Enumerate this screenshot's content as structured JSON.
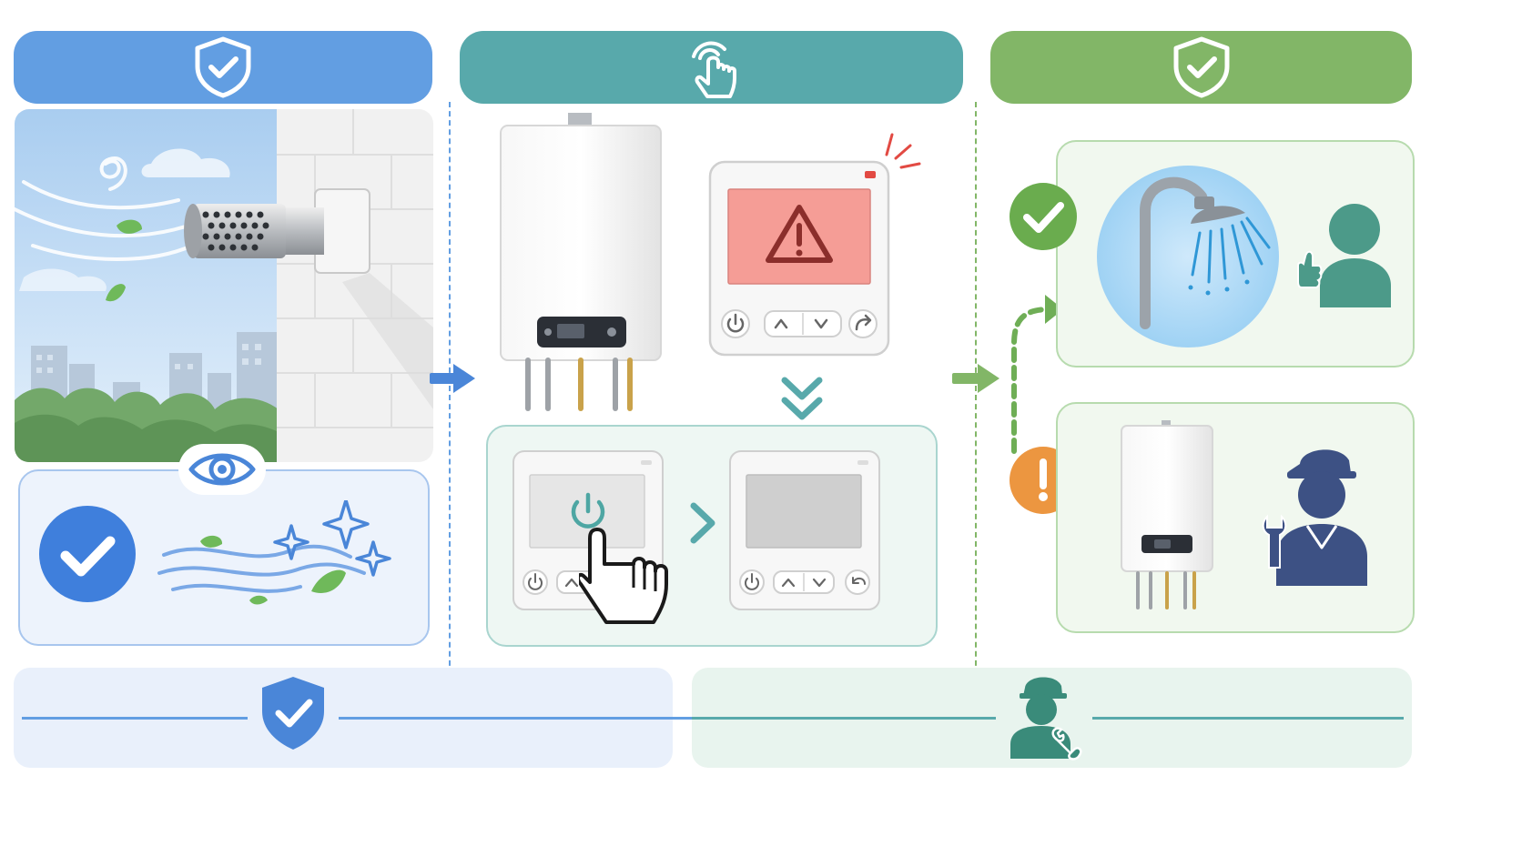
{
  "colors": {
    "blue": "#629ee2",
    "teal": "#58a9ab",
    "green": "#82b667",
    "orange": "#ec9640",
    "navy": "#3d5184",
    "alert_red": "#f59d96"
  },
  "columns": [
    {
      "id": "check-venting",
      "header_icon": "shield-check-icon",
      "color": "#629ee2"
    },
    {
      "id": "reset-boiler",
      "header_icon": "tap-hand-icon",
      "color": "#58a9ab"
    },
    {
      "id": "outcome",
      "header_icon": "shield-check-icon",
      "color": "#82b667"
    }
  ],
  "steps": {
    "vent": {
      "icons": [
        "wind-icon",
        "leaf-icon",
        "flue-vent-icon",
        "city-skyline-icon"
      ]
    },
    "inspect": {
      "icons": [
        "eye-icon",
        "check-circle-icon",
        "fresh-air-icon",
        "sparkle-icon"
      ]
    },
    "error": {
      "icons": [
        "boiler-icon",
        "thermostat-icon",
        "warning-icon",
        "alert-led-icon"
      ]
    },
    "reset": {
      "icons": [
        "power-icon",
        "pointer-hand-icon",
        "thermostat-icon"
      ]
    }
  },
  "outcomes": [
    {
      "id": "resolved",
      "status_icon": "check-circle-icon",
      "icons": [
        "shower-icon",
        "thumbs-up-user-icon"
      ]
    },
    {
      "id": "call-technician",
      "status_icon": "exclamation-circle-icon",
      "icons": [
        "boiler-icon",
        "technician-icon",
        "wrench-icon"
      ]
    }
  ],
  "footer": [
    {
      "id": "safety",
      "icon": "shield-check-icon"
    },
    {
      "id": "technician-help",
      "icon": "technician-wrench-icon"
    }
  ]
}
